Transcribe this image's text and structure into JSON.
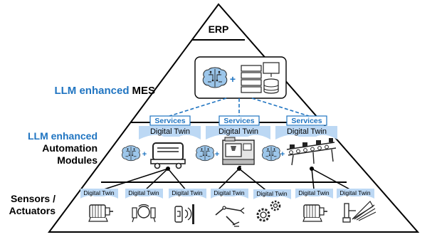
{
  "layers": {
    "erp": "ERP",
    "mes": {
      "prefix": "LLM enhanced",
      "suffix": "MES"
    },
    "automation": {
      "line1": "LLM enhanced",
      "line2": "Automation",
      "line3": "Modules"
    },
    "sensors": {
      "line1": "Sensors /",
      "line2": "Actuators"
    }
  },
  "tags": {
    "services": "Services",
    "digital_twin": "Digital Twin",
    "plus": "+"
  },
  "colors": {
    "accent_blue": "#1f74c1",
    "tab_fill": "#bcd8f4",
    "brain_fill": "#9cc6ea",
    "line": "#000000"
  },
  "mes_icons": [
    "brain-icon",
    "server-database-icon"
  ],
  "automation_modules": [
    {
      "icon": "agv-robot-icon"
    },
    {
      "icon": "cnc-machine-icon"
    },
    {
      "icon": "conveyor-belt-icon"
    }
  ],
  "sensor_devices": [
    {
      "icon": "electric-motor-icon"
    },
    {
      "icon": "rotary-encoder-icon"
    },
    {
      "icon": "proximity-sensor-icon"
    },
    {
      "icon": "robot-arm-icon"
    },
    {
      "icon": "gears-icon"
    },
    {
      "icon": "electric-motor-icon"
    },
    {
      "icon": "valve-actuator-icon"
    }
  ]
}
